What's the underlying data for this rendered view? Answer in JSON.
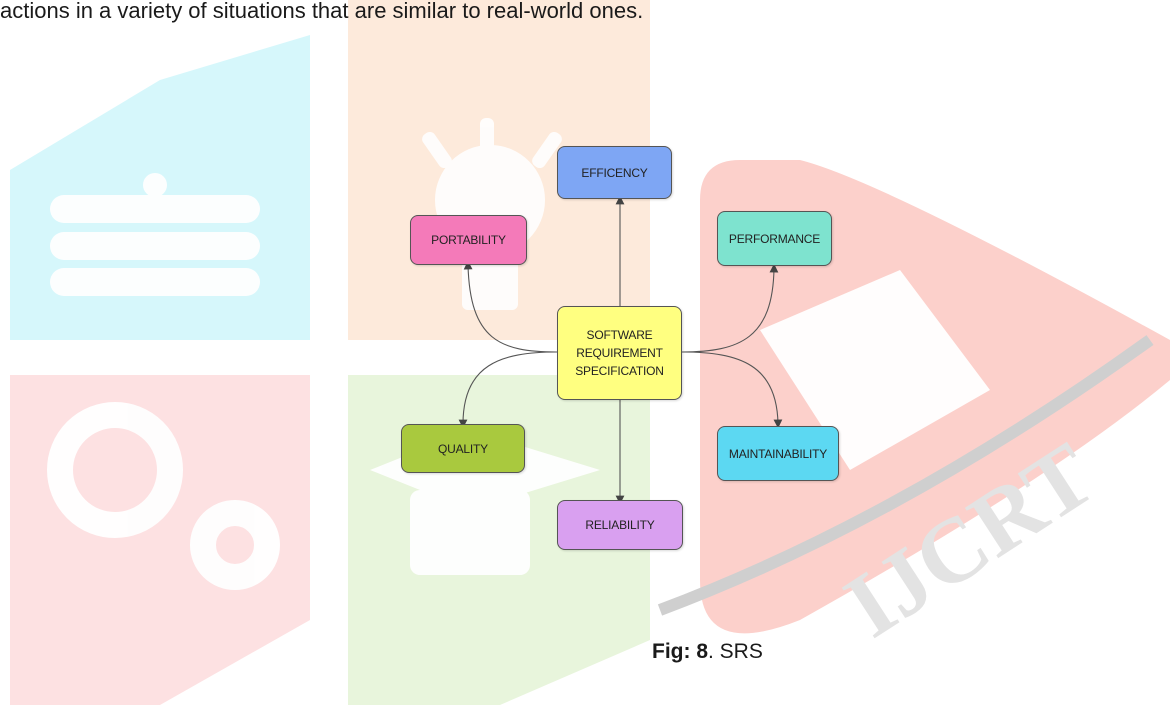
{
  "page": {
    "top_text": "actions in a variety of situations that are similar to real-world ones."
  },
  "watermark": {
    "logo_text": "IJCRT"
  },
  "diagram": {
    "center": {
      "label": "SOFTWARE\nREQUIREMENT\nSPECIFICATION",
      "color": "#ffff80"
    },
    "nodes": [
      {
        "id": "efficency",
        "label": "EFFICENCY",
        "color": "#7ea6f4"
      },
      {
        "id": "portability",
        "label": "PORTABILITY",
        "color": "#f47ab9"
      },
      {
        "id": "performance",
        "label": "PERFORMANCE",
        "color": "#7ee3cf"
      },
      {
        "id": "quality",
        "label": "QUALITY",
        "color": "#a9c93e"
      },
      {
        "id": "maintainability",
        "label": "MAINTAINABILITY",
        "color": "#5cd8f2"
      },
      {
        "id": "reliability",
        "label": "RELIABILITY",
        "color": "#d9a0f0"
      }
    ]
  },
  "caption": {
    "prefix": "Fig: 8",
    "suffix": ". SRS"
  }
}
